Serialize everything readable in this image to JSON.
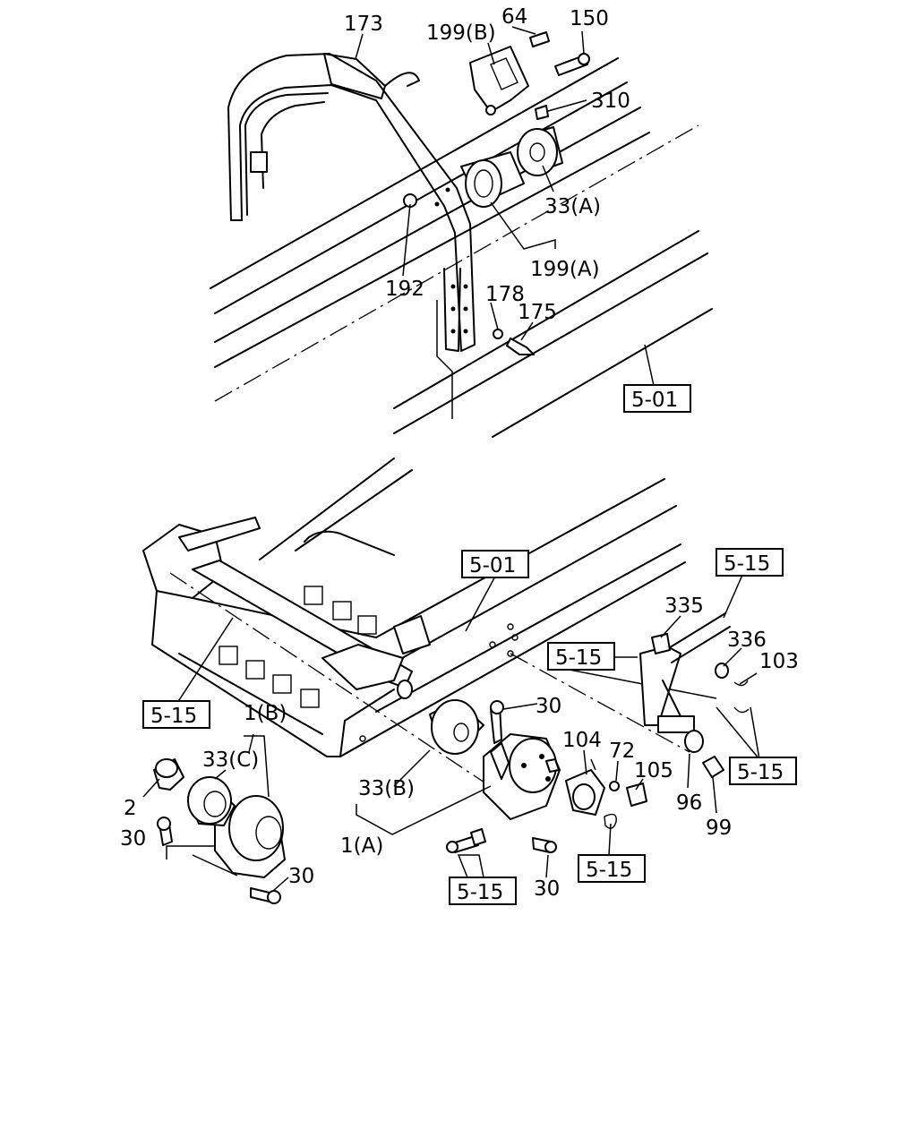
{
  "labels": {
    "l173": "173",
    "l199b": "199(B)",
    "l64": "64",
    "l150": "150",
    "l310": "310",
    "l33a": "33(A)",
    "l199a": "199(A)",
    "l192": "192",
    "l178": "178",
    "l175": "175",
    "ref501_top": "5-01",
    "ref501_mid": "5-01",
    "ref515_tr": "5-15",
    "l335": "335",
    "l336": "336",
    "l103": "103",
    "ref515_mid": "5-15",
    "ref515_left": "5-15",
    "l1b": "1(B)",
    "l33c": "33(C)",
    "l2": "2",
    "l30_left": "30",
    "l30_bl": "30",
    "l33b": "33(B)",
    "l1a": "1(A)",
    "l30_mid": "30",
    "l104": "104",
    "l72": "72",
    "l105": "105",
    "l96": "96",
    "l99": "99",
    "ref515_right": "5-15",
    "ref515_bm": "5-15",
    "l30_bm": "30",
    "ref515_bot": "5-15"
  }
}
